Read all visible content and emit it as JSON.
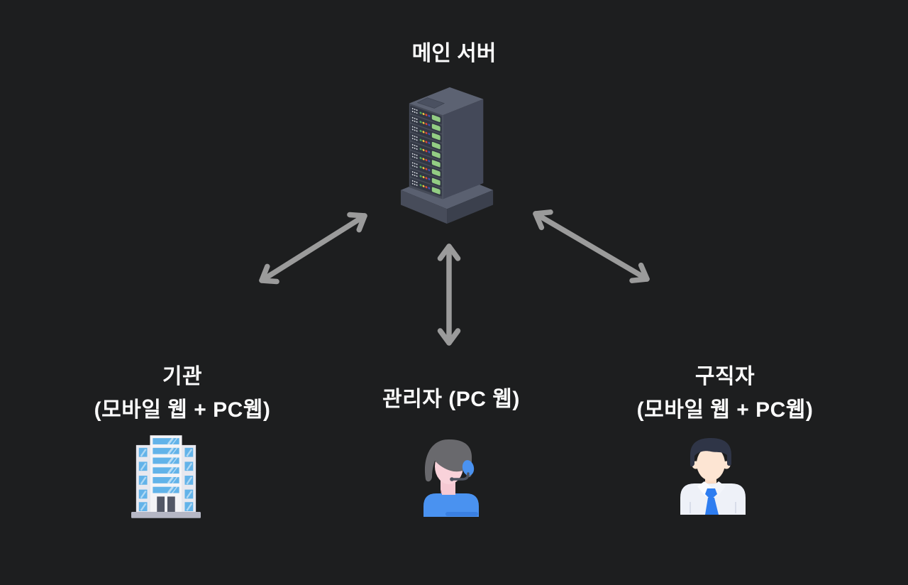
{
  "diagram": {
    "kind": "system-architecture",
    "background": "#1d1e1f",
    "text_color": "#fcfcfc",
    "arrow_color": "#9b9b9b"
  },
  "nodes": {
    "server": {
      "label": "메인 서버",
      "icon": "server-rack-icon"
    },
    "organization": {
      "line1": "기관",
      "line2": "(모바일 웹 + PC웹)",
      "icon": "building-icon"
    },
    "admin": {
      "line1": "관리자 (PC 웹)",
      "icon": "support-agent-icon"
    },
    "jobseeker": {
      "line1": "구직자",
      "line2": "(모바일 웹 + PC웹)",
      "icon": "job-seeker-icon"
    }
  },
  "edges": [
    {
      "from": "server",
      "to": "organization",
      "type": "bidirectional-arrow"
    },
    {
      "from": "server",
      "to": "admin",
      "type": "bidirectional-arrow"
    },
    {
      "from": "server",
      "to": "jobseeker",
      "type": "bidirectional-arrow"
    }
  ],
  "icon_colors": {
    "server_body": "#454a57",
    "server_side": "#444959",
    "server_top": "#5c6272",
    "server_slot": "#323744",
    "server_panel_green": "#93cd83",
    "led_green": "#4fae57",
    "led_yellow": "#f2c83c",
    "led_red": "#e0453c",
    "led_blue": "#3f51b5",
    "building_body": "#f4f4f7",
    "building_wing": "#e7e8ef",
    "building_window": "#62b3e9",
    "building_door": "#525766",
    "building_base": "#b5b7c5",
    "admin_hair": "#69696d",
    "admin_skin": "#f9d2da",
    "admin_shirt": "#4a92f0",
    "seeker_hair": "#2f3547",
    "seeker_skin": "#fde5d3",
    "seeker_shirt": "#eef1f8",
    "seeker_tie": "#2e7df0"
  }
}
